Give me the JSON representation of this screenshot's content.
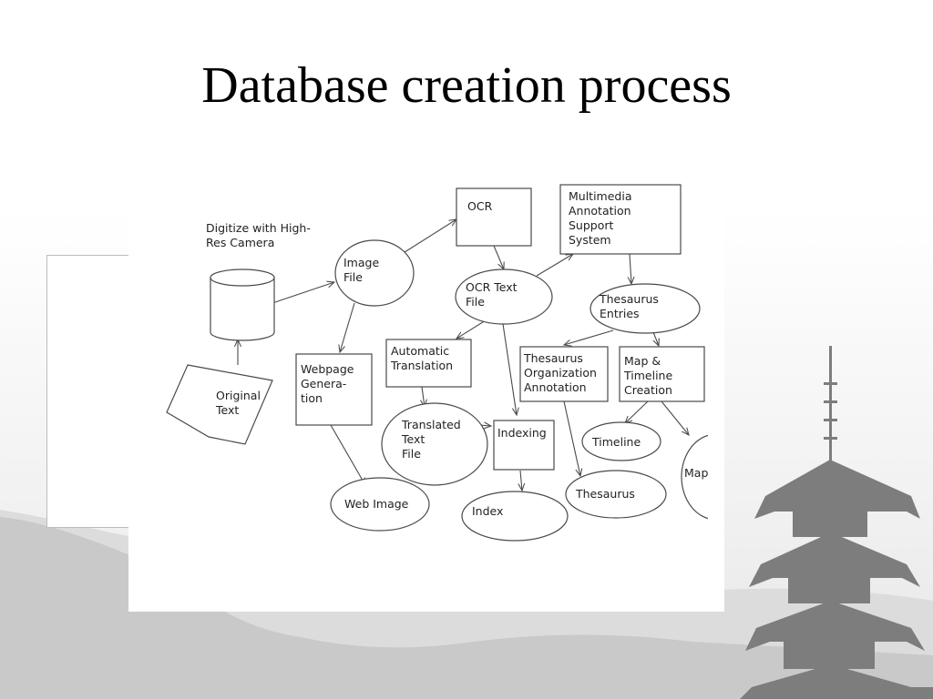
{
  "slide": {
    "title": "Database creation process"
  },
  "diagram": {
    "annotation_digitize": [
      "Digitize with High-",
      "Res Camera"
    ],
    "nodes": {
      "ocr": [
        "OCR"
      ],
      "multimedia": [
        "Multimedia",
        "Annotation",
        "Support",
        "System"
      ],
      "image_file": [
        "Image",
        "File"
      ],
      "ocr_text_file": [
        "OCR Text",
        "File"
      ],
      "thesaurus_entries": [
        "Thesaurus",
        "Entries"
      ],
      "original_text": [
        "Original",
        "Text"
      ],
      "webpage_generation": [
        "Webpage",
        "Genera-",
        "tion"
      ],
      "automatic_translation": [
        "Automatic",
        "Translation"
      ],
      "thesaurus_org": [
        "Thesaurus",
        "Organization",
        "Annotation"
      ],
      "map_timeline": [
        "Map &",
        "Timeline",
        "Creation"
      ],
      "translated_text_file": [
        "Translated",
        "Text",
        "File"
      ],
      "indexing": [
        "Indexing"
      ],
      "timeline": [
        "Timeline"
      ],
      "map": [
        "Map"
      ],
      "web_image": [
        "Web Image"
      ],
      "index": [
        "Index"
      ],
      "thesaurus": [
        "Thesaurus"
      ]
    }
  },
  "colors": {
    "stroke": "#4a4a4a",
    "silhouette": "#7d7d7d",
    "hills": "#d9d9d9"
  }
}
